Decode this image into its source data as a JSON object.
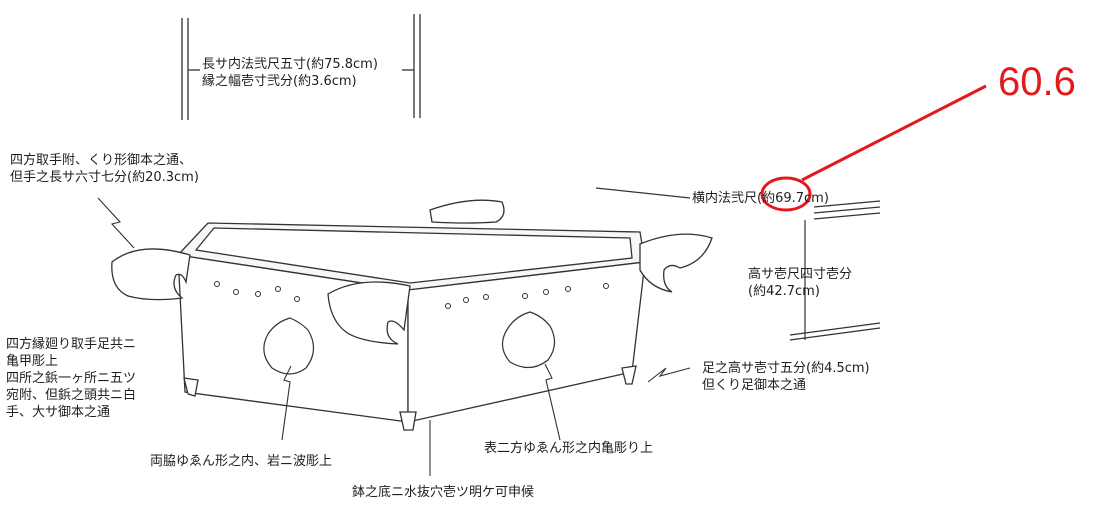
{
  "annotations": {
    "length": [
      "長サ内法弐尺五寸(約75.8cm)",
      "縁之幅壱寸弐分(約3.6cm)"
    ],
    "handles": [
      "四方取手附、くり形御本之通、",
      "但手之長サ六寸七分(約20.3cm)"
    ],
    "width": "横内法弐尺(約69.7cm)",
    "height": [
      "高サ壱尺四寸壱分",
      "(約42.7cm)"
    ],
    "rim": [
      "四方縁廻り取手足共ニ",
      "亀甲彫上",
      "四所之鋲一ヶ所ニ五ツ",
      "宛附、但鋲之頭共ニ白",
      "手、大サ御本之通"
    ],
    "feet": [
      "足之高サ壱寸五分(約4.5cm)",
      "但くり足御本之通"
    ],
    "sides_motif": "両脇ゆゑん形之内、岩ニ波彫上",
    "front_motif": "表二方ゆゑん形之内亀彫り上",
    "bottom": "鉢之底ニ水抜穴壱ツ明ケ可申候"
  },
  "correction": {
    "value": "60.6",
    "color": "#e3191c"
  }
}
